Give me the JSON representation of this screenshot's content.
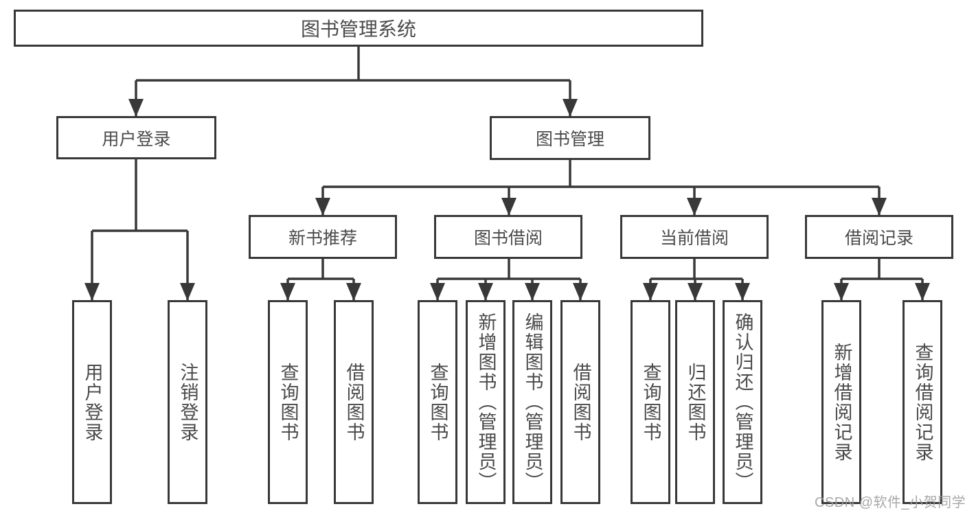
{
  "diagram": {
    "root": {
      "label": "图书管理系统"
    },
    "branches": [
      {
        "label": "用户登录",
        "children": [
          {
            "label": "用户登录"
          },
          {
            "label": "注销登录"
          }
        ]
      },
      {
        "label": "图书管理",
        "children": [
          {
            "label": "新书推荐",
            "children": [
              {
                "label": "查询图书"
              },
              {
                "label": "借阅图书"
              }
            ]
          },
          {
            "label": "图书借阅",
            "children": [
              {
                "label": "查询图书"
              },
              {
                "label": "新增图书（管理员）"
              },
              {
                "label": "编辑图书（管理员）"
              },
              {
                "label": "借阅图书"
              }
            ]
          },
          {
            "label": "当前借阅",
            "children": [
              {
                "label": "查询图书"
              },
              {
                "label": "归还图书"
              },
              {
                "label": "确认归还（管理员）"
              }
            ]
          },
          {
            "label": "借阅记录",
            "children": [
              {
                "label": "新增借阅记录"
              },
              {
                "label": "查询借阅记录"
              }
            ]
          }
        ]
      }
    ]
  },
  "watermark": "CSDN @软件_小贺同学",
  "colors": {
    "line": "#383838",
    "text": "#4a4a4a",
    "background": "#ffffff",
    "watermark": "#9e9e9e"
  }
}
